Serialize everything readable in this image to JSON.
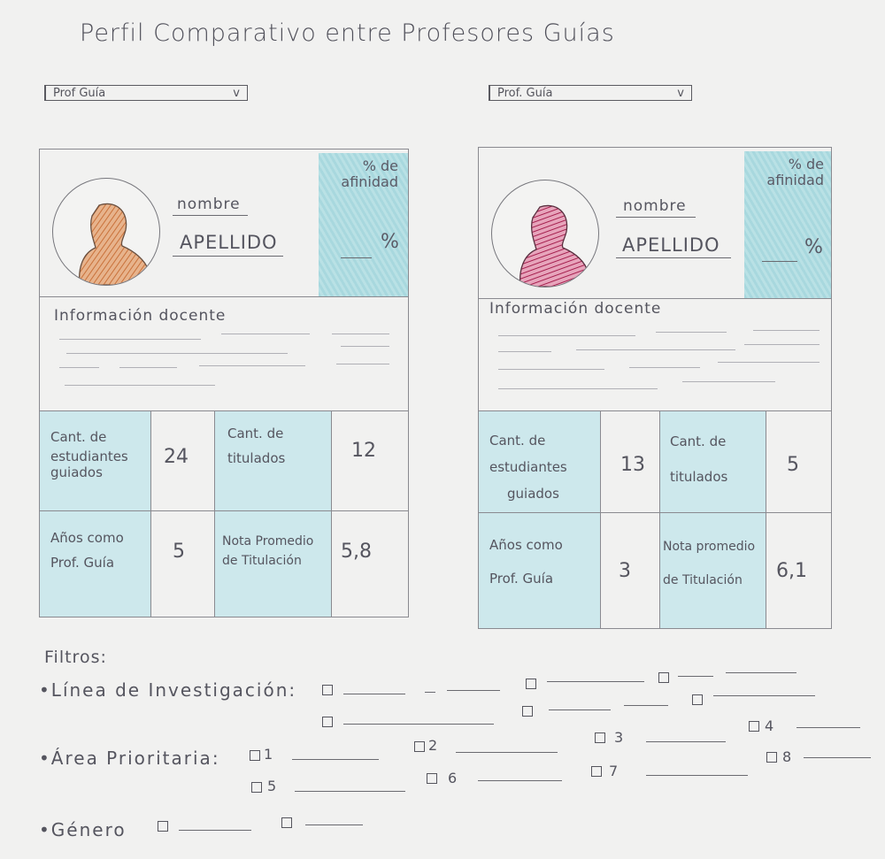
{
  "title": "Perfil Comparativo entre Profesores Guías",
  "left_select": {
    "label": "Prof Guía",
    "arrow": "v"
  },
  "right_select": {
    "label": "Prof. Guía",
    "arrow": "v"
  },
  "left_card": {
    "nombre": "nombre",
    "apellido": "APELLIDO",
    "affinity_label_1": "% de",
    "affinity_label_2": "afinidad",
    "affinity_symbol": "%",
    "info_title": "Información docente",
    "stats": {
      "students_label_1": "Cant. de",
      "students_label_2": "estudiantes",
      "students_label_3": "guiados",
      "students_value": "24",
      "graduates_label_1": "Cant. de",
      "graduates_label_2": "titulados",
      "graduates_value": "12",
      "years_label_1": "Años como",
      "years_label_2": "Prof. Guía",
      "years_value": "5",
      "grade_label_1": "Nota Promedio",
      "grade_label_2": "de Titulación",
      "grade_value": "5,8"
    },
    "avatar_color": "#d98a55"
  },
  "right_card": {
    "nombre": "nombre",
    "apellido": "APELLIDO",
    "affinity_label_1": "% de",
    "affinity_label_2": "afinidad",
    "affinity_symbol": "%",
    "info_title": "Información docente",
    "stats": {
      "students_label_1": "Cant. de",
      "students_label_2": "estudiantes",
      "students_label_3": "guiados",
      "students_value": "13",
      "graduates_label_1": "Cant. de",
      "graduates_label_2": "titulados",
      "graduates_value": "5",
      "years_label_1": "Años como",
      "years_label_2": "Prof. Guía",
      "years_value": "3",
      "grade_label_1": "Nota promedio",
      "grade_label_2": "de Titulación",
      "grade_value": "6,1"
    },
    "avatar_color": "#b02a5a"
  },
  "filters": {
    "title": "Filtros:",
    "research_line_label": "•Línea de Investigación:",
    "priority_area_label": "•Área Prioritaria:",
    "priority_options": [
      "1",
      "2",
      "3",
      "4",
      "5",
      "6",
      "7",
      "8"
    ],
    "gender_label": "•Género"
  },
  "colors": {
    "shade": "#cde8ec",
    "affinity": "#a8d8de",
    "ink": "#55555f"
  }
}
